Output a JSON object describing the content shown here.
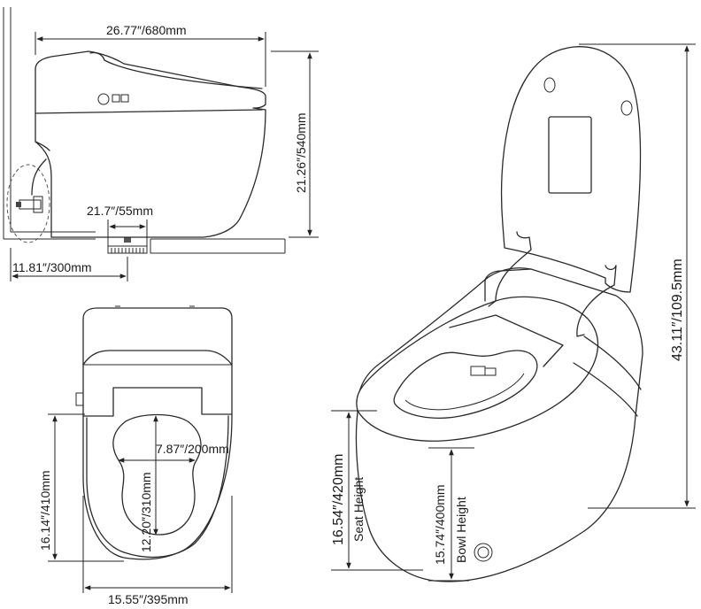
{
  "side_view": {
    "width_label": "26.77″/680mm",
    "height_label": "21.26″/540mm",
    "outlet_label": "21.7″/55mm",
    "rough_in_label": "11.81″/300mm"
  },
  "top_view": {
    "depth_label": "16.14″/410mm",
    "width_label": "15.55″/395mm",
    "opening_width_label": "7.87″/200mm",
    "opening_length_label": "12.20″/310mm"
  },
  "perspective_view": {
    "total_height_label": "43.11″/109.5mm",
    "seat_height_value": "16.54″/420mm",
    "seat_height_name": "Seat Height",
    "bowl_height_value": "15.74″/400mm",
    "bowl_height_name": "Bowl Height"
  }
}
